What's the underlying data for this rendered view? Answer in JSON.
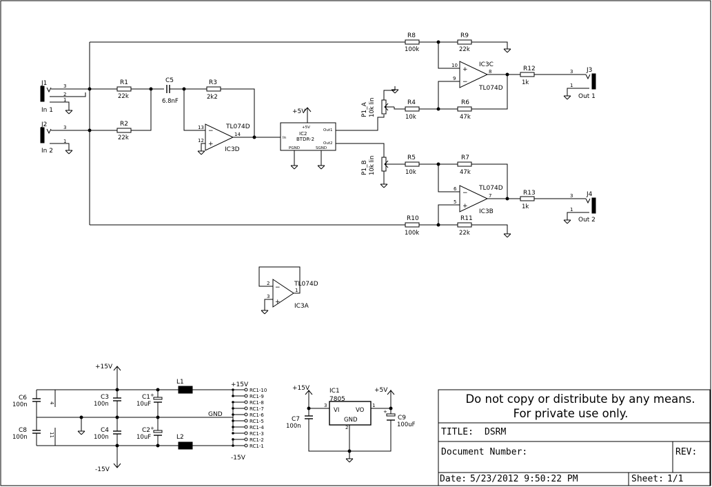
{
  "notice": {
    "line1": "Do not copy or distribute by any means.",
    "line2": "For private use only."
  },
  "title_block": {
    "title_label": "TITLE:",
    "title_value": "DSRM",
    "docnum_label": "Document Number:",
    "docnum_value": "",
    "rev_label": "REV:",
    "rev_value": "",
    "date_label": "Date:",
    "date_value": "5/23/2012 9:50:22 PM",
    "sheet_label": "Sheet:",
    "sheet_value": "1/1"
  },
  "connectors": {
    "j1": {
      "name": "J1",
      "label": "In 1",
      "pins": [
        "3",
        "2",
        "1"
      ]
    },
    "j2": {
      "name": "J2",
      "label": "In 2",
      "pins": [
        "3",
        "1"
      ]
    },
    "j3": {
      "name": "J3",
      "label": "Out 1",
      "pins": [
        "3",
        "1"
      ]
    },
    "j4": {
      "name": "J4",
      "label": "Out 2",
      "pins": [
        "3",
        "1"
      ]
    }
  },
  "resistors": {
    "r1": {
      "name": "R1",
      "value": "22k"
    },
    "r2": {
      "name": "R2",
      "value": "22k"
    },
    "r3": {
      "name": "R3",
      "value": "2k2"
    },
    "r4": {
      "name": "R4",
      "value": "10k"
    },
    "r5": {
      "name": "R5",
      "value": "10k"
    },
    "r6": {
      "name": "R6",
      "value": "47k"
    },
    "r7": {
      "name": "R7",
      "value": "47k"
    },
    "r8": {
      "name": "R8",
      "value": "100k"
    },
    "r9": {
      "name": "R9",
      "value": "22k"
    },
    "r10": {
      "name": "R10",
      "value": "100k"
    },
    "r11": {
      "name": "R11",
      "value": "22k"
    },
    "r12": {
      "name": "R12",
      "value": "1k"
    },
    "r13": {
      "name": "R13",
      "value": "1k"
    }
  },
  "capacitors": {
    "c1": {
      "name": "C1",
      "value": "10uF"
    },
    "c2": {
      "name": "C2",
      "value": "10uF"
    },
    "c3": {
      "name": "C3",
      "value": "100n"
    },
    "c4": {
      "name": "C4",
      "value": "100n"
    },
    "c5": {
      "name": "C5",
      "value": "6.8nF"
    },
    "c6": {
      "name": "C6",
      "value": "100n"
    },
    "c7": {
      "name": "C7",
      "value": "100n"
    },
    "c8": {
      "name": "C8",
      "value": "100n"
    },
    "c9": {
      "name": "C9",
      "value": "100uF"
    }
  },
  "pots": {
    "p1a": {
      "name": "P1_A",
      "value": "10k lin"
    },
    "p1b": {
      "name": "P1_B",
      "value": "10k lin"
    }
  },
  "opamps": {
    "ic3a": {
      "name": "IC3A",
      "part": "TL074D",
      "pins": [
        "2",
        "3",
        "1"
      ]
    },
    "ic3b": {
      "name": "IC3B",
      "part": "TL074D",
      "pins": [
        "6",
        "5",
        "7"
      ]
    },
    "ic3c": {
      "name": "IC3C",
      "part": "TL074D",
      "pins": [
        "10",
        "9",
        "8"
      ]
    },
    "ic3d": {
      "name": "IC3D",
      "part": "TL074D",
      "pins": [
        "13",
        "12",
        "14"
      ]
    }
  },
  "ic2": {
    "name": "IC2",
    "part": "BTDR-2",
    "pin_in": "In",
    "pin_v": "+5V",
    "pin_out1": "Out1",
    "pin_out2": "Out2",
    "pin_pgnd": "PGND",
    "pin_sgnd": "SGND"
  },
  "ic1": {
    "name": "IC1",
    "part": "7805",
    "pin_vi": "VI",
    "pin_vo": "VO",
    "pin_gnd": "GND",
    "pin1": "1",
    "pin2": "2",
    "pin3": "3"
  },
  "inductors": {
    "l1": {
      "name": "L1"
    },
    "l2": {
      "name": "L2"
    }
  },
  "supplies": {
    "p5v_ic2": "+5V",
    "p15v_top": "+15V",
    "m15v_bottom": "-15V",
    "p15v_reg": "+15V",
    "p5v_reg": "+5V",
    "p15v_conn": "+15V",
    "gnd_conn": "GND",
    "m15v_conn": "-15V"
  },
  "power_connector": {
    "pins": [
      "RC1-10",
      "RC1-9",
      "RC1-8",
      "RC1-7",
      "RC1-6",
      "RC1-5",
      "RC1-4",
      "RC1-3",
      "RC1-2",
      "RC1-1"
    ]
  },
  "power_pins": {
    "upper": "4",
    "lower": "11"
  }
}
